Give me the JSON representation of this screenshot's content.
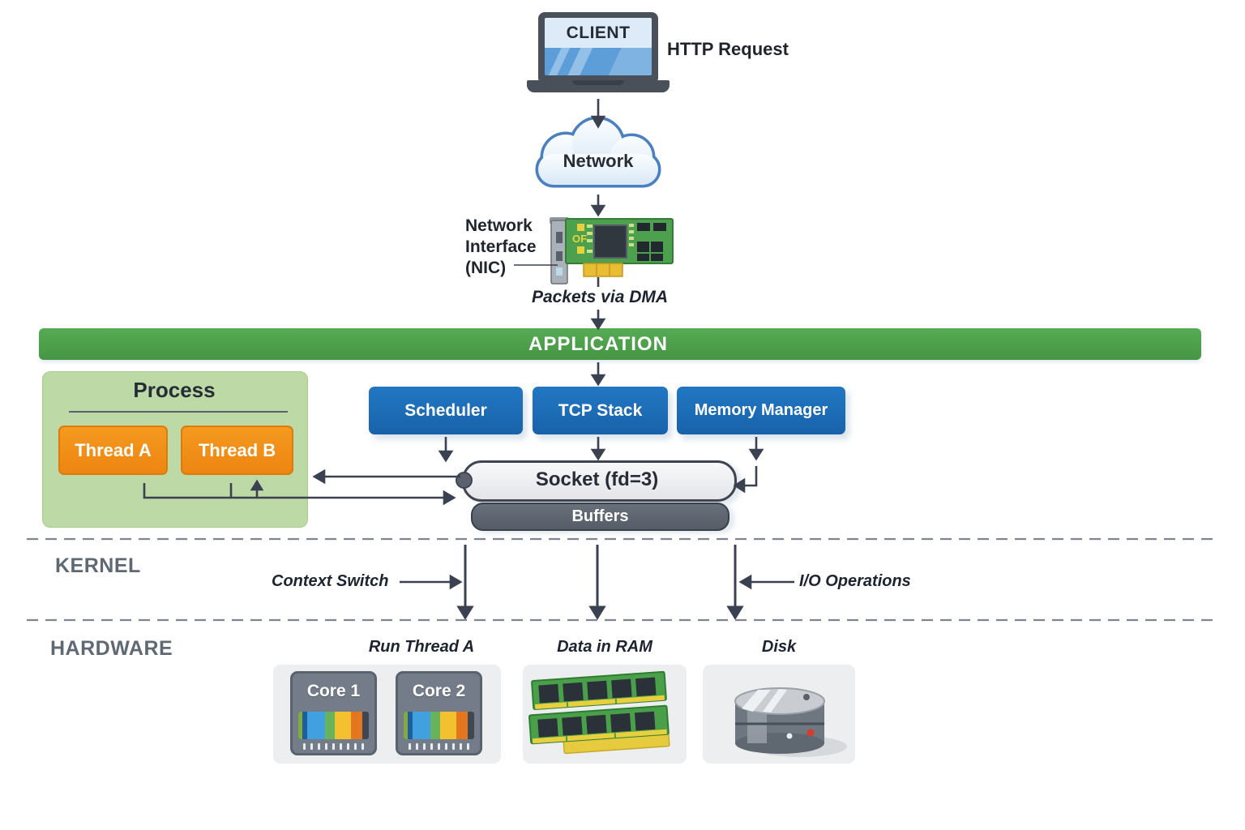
{
  "colors": {
    "application_banner_green": "#4CA24C",
    "process_box_green": "#BCD9A6",
    "thread_orange": "#F08C17",
    "component_blue": "#1C6FB9",
    "socket_fill": "#EDEFF2",
    "buffers_gray": "#5B636E",
    "arrow_dark": "#3A4150",
    "layer_label_gray": "#5F6974",
    "nic_pcb_green": "#4DA04D",
    "cloud_border_blue": "#4A7FC0"
  },
  "client": {
    "device_label": "CLIENT",
    "request_label": "HTTP Request"
  },
  "network_cloud": {
    "label": "Network"
  },
  "nic": {
    "label_lines": [
      "Network",
      "Interface",
      "(NIC)"
    ],
    "board_text": "OF",
    "dma_label": "Packets via DMA"
  },
  "application_layer": {
    "banner_label": "APPLICATION",
    "components": [
      {
        "label": "Scheduler"
      },
      {
        "label": "TCP Stack"
      },
      {
        "label": "Memory Manager"
      }
    ],
    "process": {
      "title": "Process",
      "threads": [
        {
          "label": "Thread A"
        },
        {
          "label": "Thread B"
        }
      ]
    },
    "socket": {
      "label": "Socket (fd=3)"
    },
    "buffers": {
      "label": "Buffers"
    }
  },
  "kernel_layer": {
    "label": "KERNEL",
    "context_switch_label": "Context Switch",
    "io_operations_label": "I/O Operations"
  },
  "hardware_layer": {
    "label": "HARDWARE",
    "cpu": {
      "caption": "Run Thread A",
      "cores": [
        {
          "label": "Core 1"
        },
        {
          "label": "Core 2"
        }
      ]
    },
    "ram": {
      "caption": "Data in RAM"
    },
    "disk": {
      "caption": "Disk"
    }
  }
}
